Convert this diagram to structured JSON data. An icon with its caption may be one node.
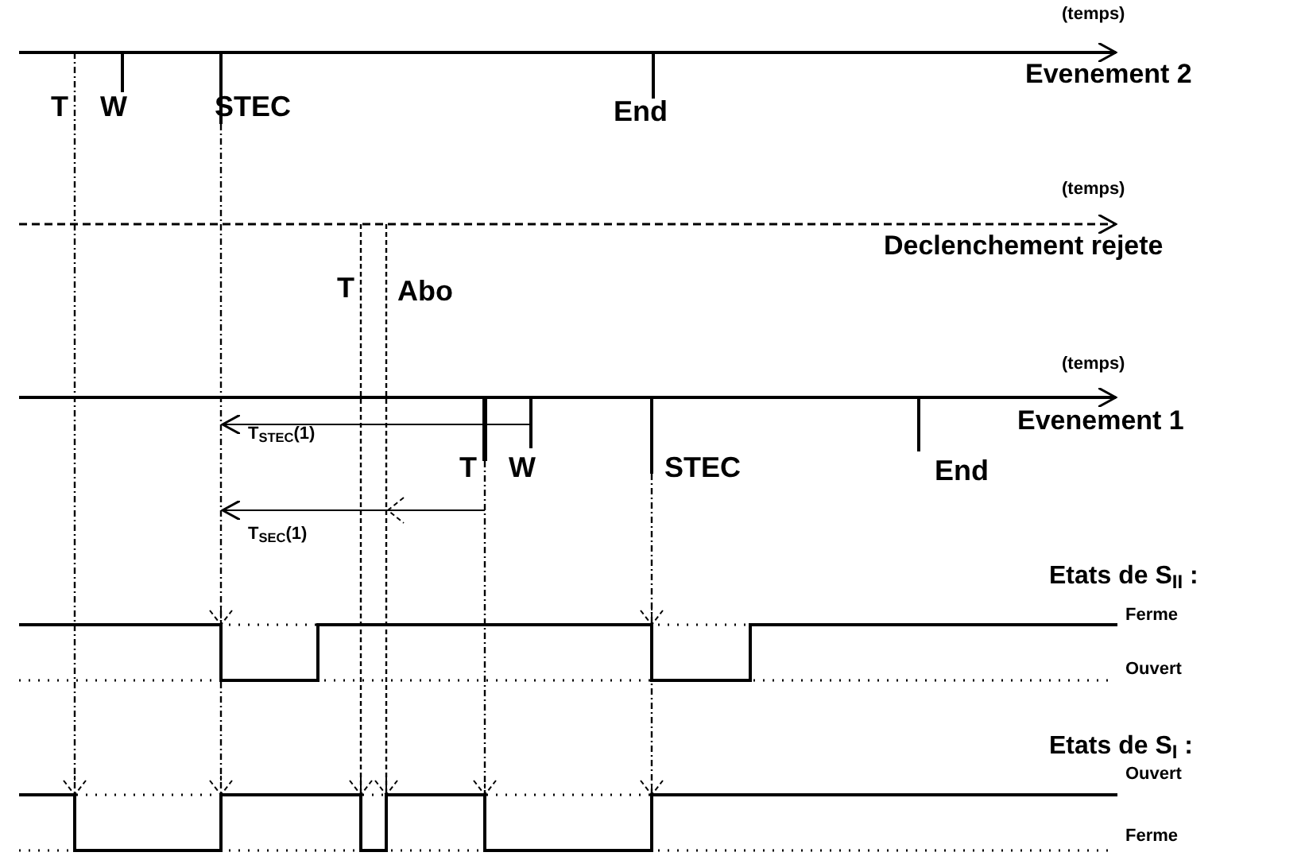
{
  "diagram": {
    "labels": [
      "(temps)",
      "Evenement 2",
      "T",
      "W",
      "STEC",
      "End",
      "(temps)",
      "Declenchement rejete",
      "T",
      "Abo",
      "(temps)",
      "Evenement 1",
      "T$_{STEC}$(1)",
      "T",
      "W",
      "STEC",
      "End",
      "T$_{SEC}$(1)",
      "Etats de S$_{II}$ :",
      "Ferme",
      "Ouvert",
      "Etats de S$_{I}$ :",
      "Ouvert",
      "Ferme"
    ]
  }
}
